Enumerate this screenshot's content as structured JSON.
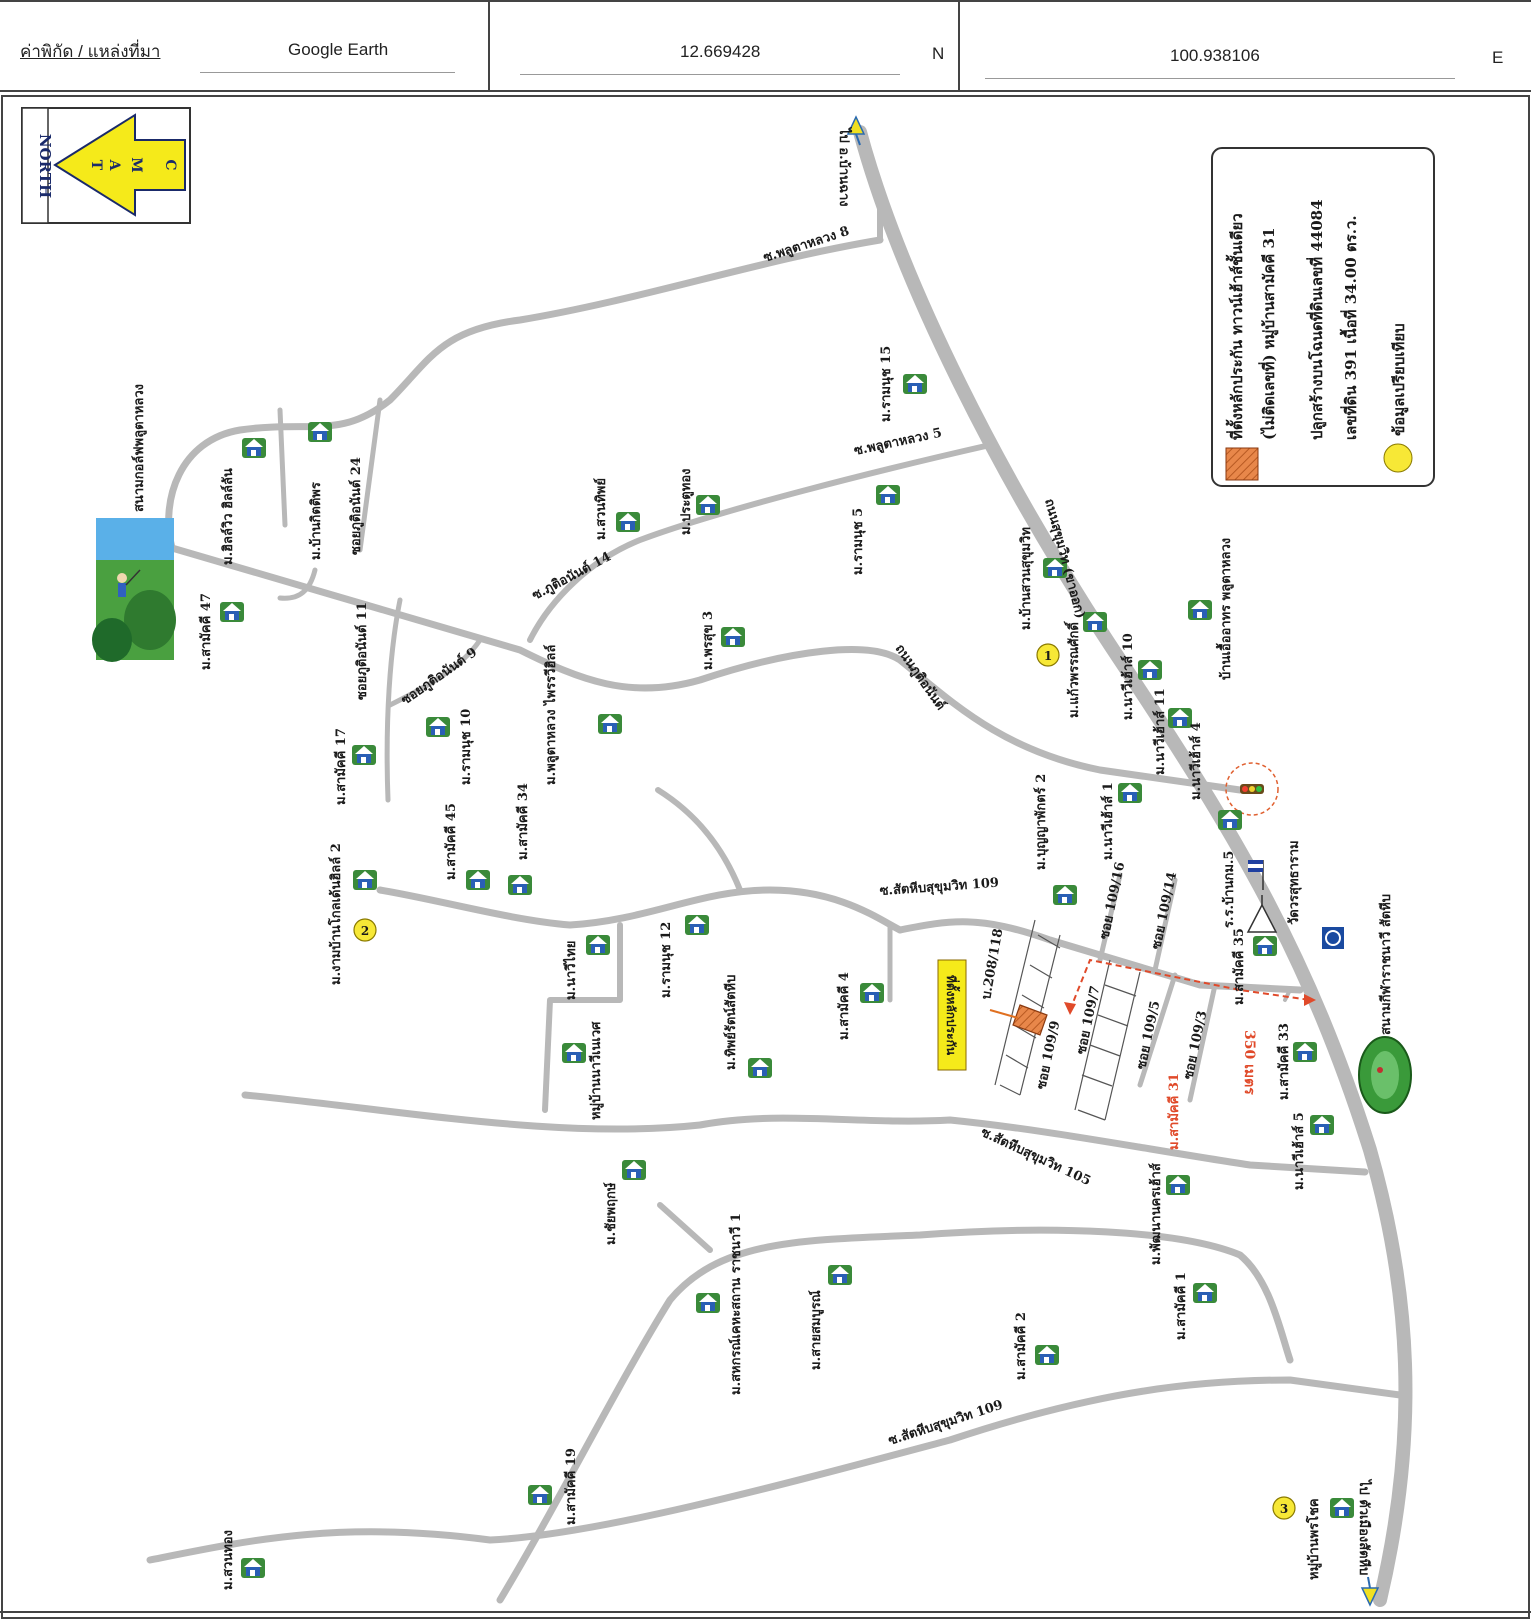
{
  "header": {
    "source_label": "ค่าพิกัด / แหล่งที่มา",
    "source_value": "Google Earth",
    "latitude": "12.669428",
    "lat_dir": "N",
    "longitude": "100.938106",
    "lon_dir": "E"
  },
  "north_arrow": {
    "word": "NORTH",
    "letters": [
      "T",
      "A",
      "M",
      "C"
    ]
  },
  "legend": {
    "line1": "ที่ตั้งหลักประกัน ทาวน์เฮ้าส์ชั้นเดียว",
    "line2": "(ไม่ติดเลขที่) หมู่บ้านสามัคคี 31",
    "line3": "ปลูกสร้างบนโฉนดที่ดินเลขที่ 44084",
    "line4": "เลขที่ดิน 391 เนื้อที่ 34.00 ตร.ว.",
    "line5": "ข้อมูลเปรียบเทียบ"
  },
  "road_labels": {
    "to_banchang": "ไป อ.บ้านฉาง",
    "phlu_ta_luang_8": "ซ.พลูตาหลวง 8",
    "phlu_ta_luang_5": "ซ.พลูตาหลวง 5",
    "phu_tip_14": "ซ.ภูติอนันต์ 14",
    "soi_9": "ซอยภูติอนันต์ 9",
    "soi_11": "ซอยภูติอนันต์ 11",
    "soi_24": "ซอยภูติอนันต์ 24",
    "sukhumvit_road": "ถนนสุขุมวิท (ขาออก)",
    "phutipant_road": "ถนนภูติอนันต์",
    "sattahip_109_top": "ซ.สัตหีบสุขุมวิท 109",
    "sattahip_109_bottom": "ซ.สัตหีบสุขุมวิท 109",
    "soi_105": "ซ.สัตหีบสุขุมวิท 105",
    "soi_109_16": "ซอย 109/16",
    "soi_109_14": "ซอย 109/14",
    "soi_109_7": "ซอย 109/7",
    "soi_109_5": "ซอย 109/5",
    "soi_109_3": "ซอย 109/3",
    "soi_109_9": "ซอย 109/9",
    "house_no": "บ.208/118",
    "distance": "350 เมตร",
    "to_sattahip": "ไป ตัวเมืองสัตหีบ"
  },
  "village_labels": {
    "phlu_ta_luang_golf": "สนามกอล์ฟพลูตาหลวง",
    "hill_view": "ม.ฮิลล์วิว ฮิลล์ลัน",
    "ban_kittisak": "ม.บ้านกิตติพร",
    "samakkee_47": "ม.สามัคคี 47",
    "samakkee_17": "ม.สามัคคี 17",
    "ramnut_10": "ม.รามนุช 10",
    "phlu_ta_luang_rawee": "ม.พลูตาหลวง ไพรรวีฮิลล์",
    "pornsuk_3": "ม.พรสุข 3",
    "suan_thip": "ม.สวนทิพย์",
    "pratu_thong": "ม.ประตูทอง",
    "ramnut_5": "ม.รามนุช 5",
    "ramnut_15": "ม.รามนุช 15",
    "ban_suan_sukhumvit": "ม.บ้านสวนสุขุมวิท",
    "kaew_pornsak": "ม.แก้วพรรณศักดิ์",
    "nawee_10": "ม.นาวีเฮ้าส์ 10",
    "nawee_11": "ม.นาวีเฮ้าส์ 11",
    "nawee_4": "ม.นาวีเฮ้าส์ 4",
    "ban_ua_arthorn": "บ้านเอื้ออาทร พลูตาหลวง",
    "ngam_ban": "ม.งามบ้านโกลเด้นฮิลล์ 2",
    "samakkee_45": "ม.สามัคคี 45",
    "samakkee_34": "ม.สามัคคี 34",
    "boonyapak_2": "ม.บุญญาพักตร์ 2",
    "nawee_1": "ม.นาวีเฮ้าส์ 1",
    "rr_ban_korsor": "ร.ร.บ้านกม.5",
    "wat": "วัดวรสุทธาราม",
    "samakkee_35": "ม.สามัคคี 35",
    "nawee_thai": "ม.นาวีไทย",
    "ramnut_12": "ม.รามนุช 12",
    "samakkee_4": "ม.สามัคคี 4",
    "samakkee_31": "ม.สามัคคี 31",
    "samakkee_33": "ม.สามัคคี 33",
    "nawee_5": "ม.นาวีเฮ้าส์ 5",
    "stadium": "สนามกีฬาราชนาวี สัตหีบ",
    "target_marker": "ที่ตั้งหลักประกัน",
    "moo_ban_wan": "หมู่บ้านนาวีเนเวศ",
    "thip_sattahip": "ม.ทิพย์รัตน์สัตหีบ",
    "chaiyaphruek": "ม.ชัยพฤกษ์",
    "wattana_nakorn": "ม.พัฒนานครเฮ้าส์",
    "samakkee_1": "ม.สามัคคี 1",
    "sahakorn": "ม.สหกรณ์เคหะสถาน ราชนาวี 1",
    "sai_somboon": "ม.สายสมบูรณ์",
    "samakkee_2": "ม.สามัคคี 2",
    "samakkee_19": "ม.สามัคคี 19",
    "suan_thong": "ม.สวนทอง",
    "ban_phrak": "หมู่บ้านพรโชค"
  },
  "markers": [
    "1",
    "2",
    "3"
  ],
  "colors": {
    "road": "#b8b8b8",
    "target_fill": "#e8874a",
    "marker_yellow": "#f7e836",
    "target_label_bg": "#f5ea1a",
    "distance_red": "#e04a2a"
  }
}
